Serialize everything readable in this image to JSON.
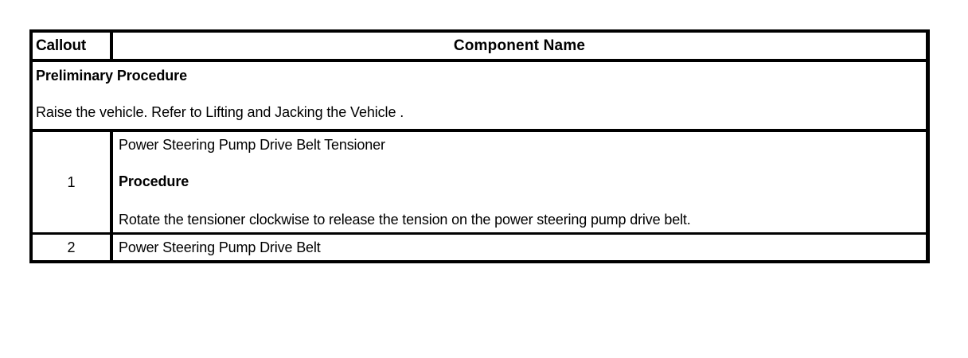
{
  "table": {
    "headers": {
      "callout": "Callout",
      "component_name": "Component Name"
    },
    "preliminary": {
      "title": "Preliminary Procedure",
      "text": "Raise the vehicle. Refer to Lifting and Jacking the Vehicle ."
    },
    "rows": [
      {
        "callout": "1",
        "component": "Power Steering Pump Drive Belt Tensioner",
        "procedure_label": "Procedure",
        "procedure_text": "Rotate the tensioner clockwise to release the tension on the power steering pump drive belt."
      },
      {
        "callout": "2",
        "component": "Power Steering Pump Drive Belt"
      }
    ]
  },
  "colors": {
    "border": "#000000",
    "text": "#000000",
    "background": "#ffffff"
  }
}
